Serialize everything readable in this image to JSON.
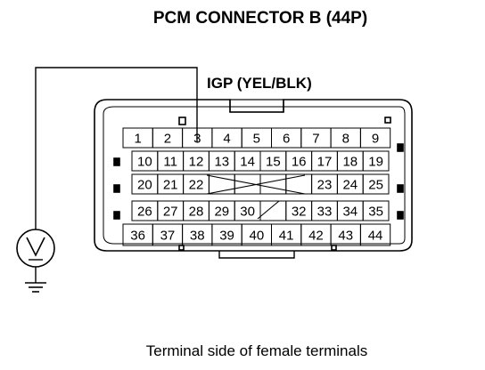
{
  "title": "PCM CONNECTOR B (44P)",
  "signal_label": "IGP (YEL/BLK)",
  "caption": "Terminal side of female terminals",
  "terminal_rows": [
    [
      "1",
      "2",
      "3",
      "4",
      "5",
      "6",
      "7",
      "8",
      "9"
    ],
    [
      "10",
      "11",
      "12",
      "13",
      "14",
      "15",
      "16",
      "17",
      "18",
      "19"
    ],
    [
      "20",
      "21",
      "22",
      "",
      "",
      "",
      "",
      "23",
      "24",
      "25"
    ],
    [
      "26",
      "27",
      "28",
      "29",
      "30",
      "",
      "32",
      "33",
      "34",
      "35"
    ],
    [
      "36",
      "37",
      "38",
      "39",
      "40",
      "41",
      "42",
      "43",
      "44"
    ]
  ],
  "empty_terminal_marks": [
    "x",
    "slash"
  ]
}
